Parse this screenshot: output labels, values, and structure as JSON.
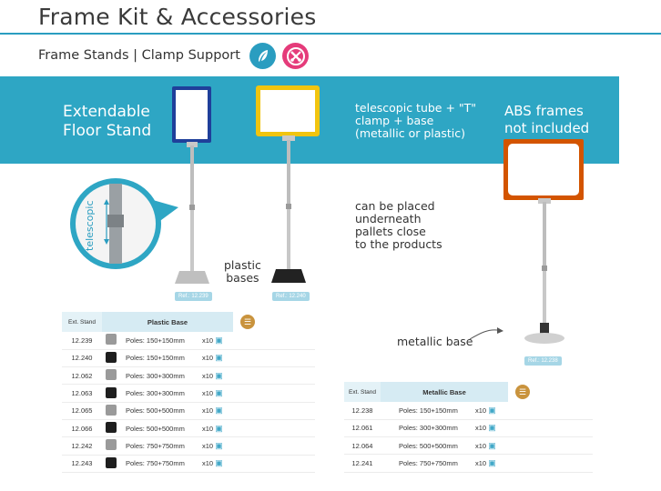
{
  "page": {
    "title": "Frame Kit & Accessories",
    "subtitle": "Frame Stands | Clamp Support"
  },
  "icons": {
    "feather": "feather-icon",
    "no_tools": "no-tools-icon",
    "accent": "#2a9dc0",
    "pink": "#e53b7a"
  },
  "band": {
    "heading_line1": "Extendable",
    "heading_line2": "Floor Stand",
    "telescopic_line1": "telescopic tube + \"T\"",
    "telescopic_line2": "clamp + base",
    "telescopic_line3": "(metallic or plastic)",
    "abs_line1": "ABS frames",
    "abs_line2": "not included",
    "color": "#2ea6c4"
  },
  "annotations": {
    "telescopic": "telescopic",
    "plastic_line1": "plastic",
    "plastic_line2": "bases",
    "placed_line1": "can be placed",
    "placed_line2": "underneath",
    "placed_line3": "pallets close",
    "placed_line4": "to the products",
    "metallic": "metallic base"
  },
  "refs": {
    "ref1": "Ref.: 12.239",
    "ref2": "Ref.: 12.240",
    "ref3": "Ref.: 12.238"
  },
  "plastic_table": {
    "col_ref": "Ext. Stand",
    "col_desc": "Plastic Base",
    "rows": [
      {
        "ref": "12.239",
        "swatch": "#9a9a9a",
        "desc": "Poles: 150+150mm",
        "qty": "x10"
      },
      {
        "ref": "12.240",
        "swatch": "#1e1e1e",
        "desc": "Poles: 150+150mm",
        "qty": "x10"
      },
      {
        "ref": "12.062",
        "swatch": "#9a9a9a",
        "desc": "Poles: 300+300mm",
        "qty": "x10"
      },
      {
        "ref": "12.063",
        "swatch": "#1e1e1e",
        "desc": "Poles: 300+300mm",
        "qty": "x10"
      },
      {
        "ref": "12.065",
        "swatch": "#9a9a9a",
        "desc": "Poles: 500+500mm",
        "qty": "x10"
      },
      {
        "ref": "12.066",
        "swatch": "#1e1e1e",
        "desc": "Poles: 500+500mm",
        "qty": "x10"
      },
      {
        "ref": "12.242",
        "swatch": "#9a9a9a",
        "desc": "Poles: 750+750mm",
        "qty": "x10"
      },
      {
        "ref": "12.243",
        "swatch": "#1e1e1e",
        "desc": "Poles: 750+750mm",
        "qty": "x10"
      }
    ]
  },
  "metallic_table": {
    "col_ref": "Ext. Stand",
    "col_desc": "Metallic Base",
    "rows": [
      {
        "ref": "12.238",
        "desc": "Poles: 150+150mm",
        "qty": "x10"
      },
      {
        "ref": "12.061",
        "desc": "Poles: 300+300mm",
        "qty": "x10"
      },
      {
        "ref": "12.064",
        "desc": "Poles: 500+500mm",
        "qty": "x10"
      },
      {
        "ref": "12.241",
        "desc": "Poles: 750+750mm",
        "qty": "x10"
      }
    ]
  }
}
